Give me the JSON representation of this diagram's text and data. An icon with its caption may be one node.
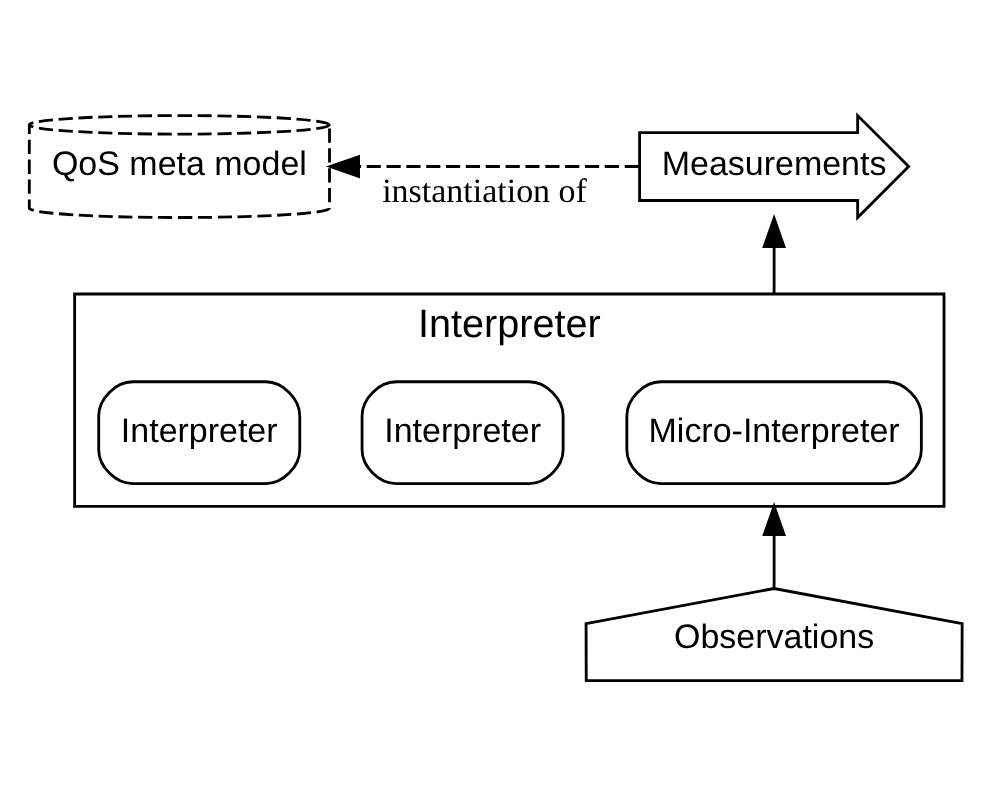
{
  "diagram": {
    "nodes": [
      {
        "text": [
          "QoS meta model"
        ]
      },
      {
        "text": [
          "Measurements"
        ]
      },
      {
        "text": [
          "Interpreter"
        ]
      },
      {
        "text": [
          "Micro-Interpreter"
        ],
        "in": 2
      },
      {
        "text": [
          "Interpreter"
        ],
        "in": 2
      },
      {
        "text": [
          "Interpreter"
        ],
        "in": 2
      },
      {
        "text": [
          "Observations"
        ]
      }
    ],
    "edges": [
      {
        "from": 1,
        "to": 0,
        "arrow": "to",
        "label": "instantiation of",
        "style": "dashed"
      },
      {
        "from": 6,
        "to": 2,
        "arrow": "to"
      },
      {
        "from": 2,
        "to": 1,
        "arrow": "to"
      }
    ]
  }
}
